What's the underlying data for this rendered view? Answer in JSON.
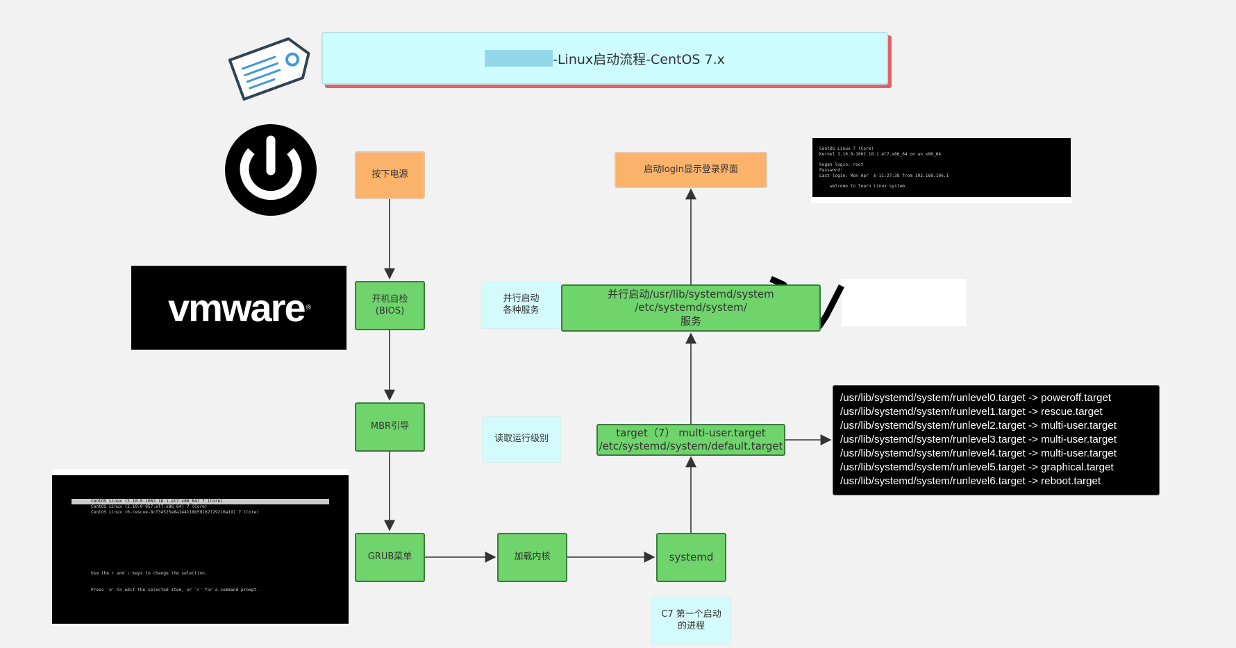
{
  "title": {
    "text": "-Linux启动流程-CentOS 7.x"
  },
  "nodes": {
    "power": "按下电源",
    "bios": "开机自检\n(BIOS)",
    "mbr": "MBR引导",
    "grub": "GRUB菜单",
    "kernel": "加载内核",
    "systemd": "systemd",
    "target": "target（7）  multi-user.target\n/etc/systemd/system/default.target",
    "parallel": "并行启动/usr/lib/systemd/system\n/etc/systemd/system/\n服务",
    "login": "启动login显示登录界面"
  },
  "notes": {
    "parallel_services": "并行启动\n各种服务",
    "read_runlevel": "读取运行级别",
    "first_process": "C7 第一个启动\n的进程"
  },
  "runlevels": [
    "/usr/lib/systemd/system/runlevel0.target -> poweroff.target",
    "/usr/lib/systemd/system/runlevel1.target -> rescue.target",
    "/usr/lib/systemd/system/runlevel2.target -> multi-user.target",
    "/usr/lib/systemd/system/runlevel3.target -> multi-user.target",
    "/usr/lib/systemd/system/runlevel4.target -> multi-user.target",
    "/usr/lib/systemd/system/runlevel5.target -> graphical.target",
    "/usr/lib/systemd/system/runlevel6.target -> reboot.target"
  ],
  "login_terminal": [
    "CentOS Linux 7 (Core)",
    "Kernel 3.10.0-1062.18.1.el7.x86_64 on an x86_64",
    "",
    "hogan login: root",
    "Password:",
    "Last login: Mon Apr  6 11:27:38 from 192.168.196.1",
    "",
    "    welcome to learn Linux system"
  ],
  "grub_terminal": {
    "entries": [
      "CentOS Linux (3.10.0-1062.18.1.el7.x86_64) 7 (Core)",
      "CentOS Linux (3.10.0-957.el7.x86_64) 7 (Core)",
      "CentOS Linux (0-rescue-8cf34525e8a144118b59162729210a19) 7 (Core)"
    ],
    "help": [
      "Use the ↑ and ↓ keys to change the selection.",
      "Press 'e' to edit the selected item, or 'c' for a command prompt."
    ]
  },
  "logos": {
    "vmware": "vmware",
    "vmware_mark": "®"
  },
  "colors": {
    "orange_node": "#fbb26a",
    "green_node": "#6ed46b",
    "note": "#d4fbfb",
    "title_bg": "#ccfcff"
  }
}
